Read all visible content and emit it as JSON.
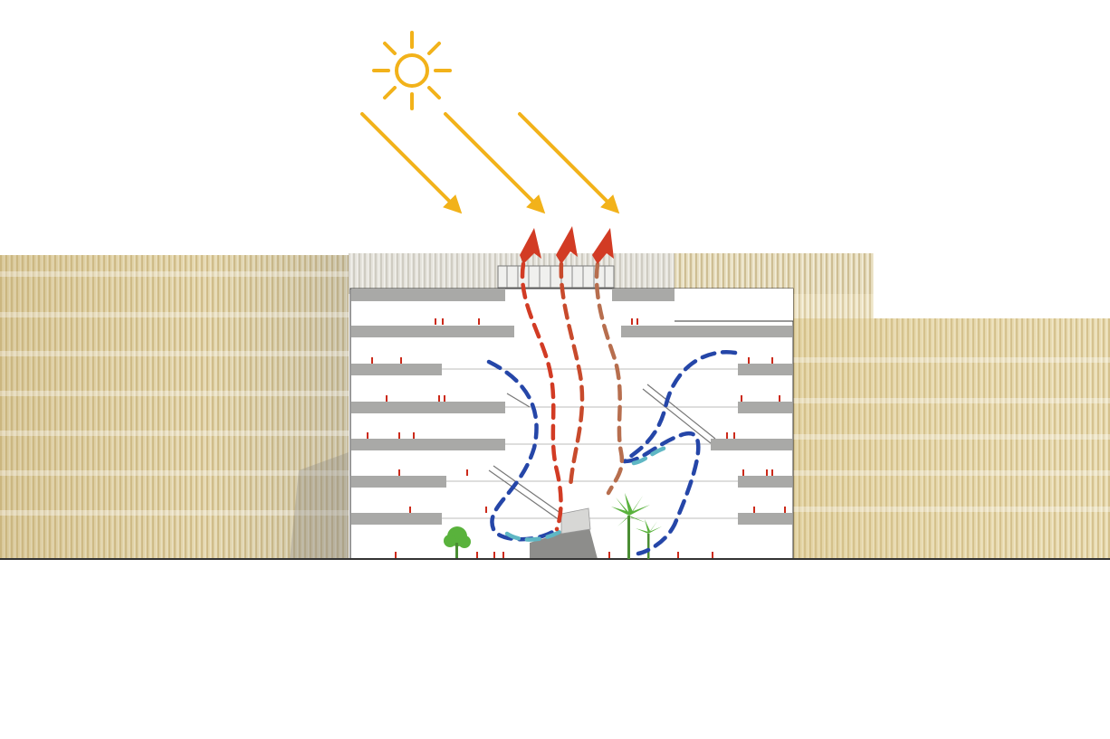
{
  "diagram": {
    "kind": "building-section-ventilation",
    "colors": {
      "sun": "#f2b21a",
      "hot_air": "#d23b24",
      "cool_air": "#2546a8",
      "mid_air": "#5fb7c4",
      "facade_gold": "#d9c48d",
      "facade_grey": "#c9c9c6",
      "slab": "#a9a9a7",
      "vegetation": "#59b23c",
      "people": "#cc2a1a",
      "ground": "#333333"
    },
    "icons": [
      "sun-icon",
      "sun-ray-arrow",
      "hot-air-arrow",
      "tree-icon",
      "palm-icon",
      "person-icon"
    ],
    "levels": 6,
    "sun_rays": 3,
    "hot_air_flows": 3,
    "cool_air_flows": 2
  }
}
